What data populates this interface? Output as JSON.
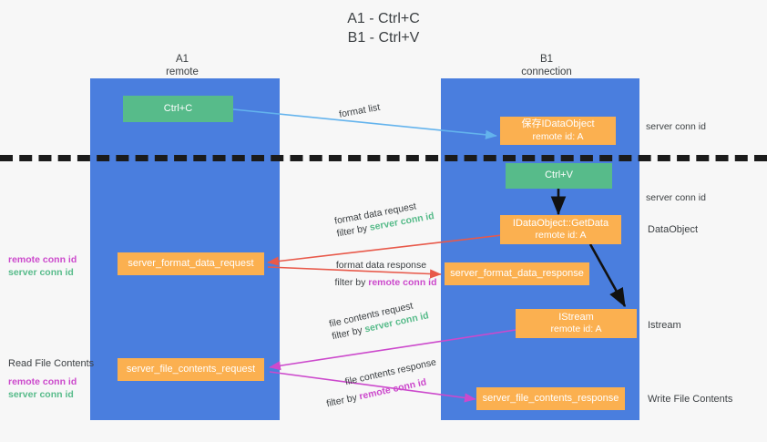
{
  "title": {
    "line1": "A1 - Ctrl+C",
    "line2": "B1 - Ctrl+V"
  },
  "lanes": [
    {
      "name": "A1",
      "sub": "remote"
    },
    {
      "name": "B1",
      "sub": "connection"
    }
  ],
  "boxes": {
    "ctrl_c": {
      "label": "Ctrl+C"
    },
    "ctrl_v": {
      "label": "Ctrl+V"
    },
    "idataobject_save": {
      "line1": "保存IDataObject",
      "line2": "remote id: A"
    },
    "idataobject_getdata": {
      "line1": "IDataObject::GetData",
      "line2": "remote id: A"
    },
    "istream": {
      "line1": "IStream",
      "line2": "remote id: A"
    },
    "server_format_data_request": {
      "label": "server_format_data_request"
    },
    "server_format_data_response": {
      "label": "server_format_data_response"
    },
    "server_file_contents_request": {
      "label": "server_file_contents_request"
    },
    "server_file_contents_response": {
      "label": "server_file_contents_response"
    }
  },
  "arrow_labels": {
    "format_list": "format list",
    "format_data_request": "format data request",
    "format_data_request_filter_prefix": "filter by ",
    "format_data_request_filter_value": "server conn id",
    "format_data_response": "format data response",
    "format_data_response_filter_prefix": "filter by ",
    "format_data_response_filter_value": "remote conn id",
    "file_contents_request": "file contents request",
    "file_contents_request_filter_prefix": "filter by ",
    "file_contents_request_filter_value": "server conn id",
    "file_contents_response": "file contents response",
    "file_contents_response_filter_prefix": "filter by ",
    "file_contents_response_filter_value": "remote conn id"
  },
  "right_annotations": {
    "server_conn_id_top": "server conn id",
    "server_conn_id_mid": "server conn id",
    "dataobject": "DataObject",
    "istream": "Istream",
    "write_file_contents": "Write File Contents"
  },
  "left_annotations": {
    "remote_conn_id_1": "remote conn id",
    "server_conn_id_1": "server conn id",
    "read_file_contents": "Read File Contents",
    "remote_conn_id_2": "remote conn id",
    "server_conn_id_2": "server conn id"
  },
  "colors": {
    "lane": "#4a7ede",
    "green_box": "#57bb8a",
    "orange_box": "#fbb050",
    "green_text": "#57bb8a",
    "magenta_text": "#cc49cc",
    "arrow_blue": "#63b3ed",
    "arrow_red": "#e8594a",
    "arrow_magenta": "#cc49cc",
    "arrow_black": "#111111",
    "background": "#f7f7f7"
  }
}
